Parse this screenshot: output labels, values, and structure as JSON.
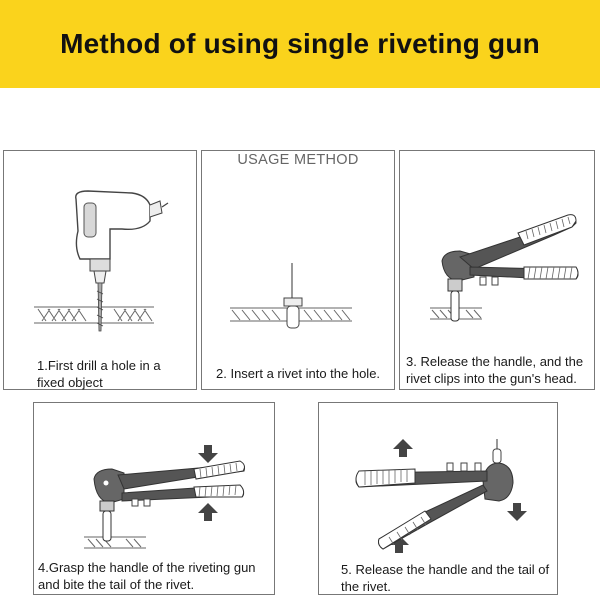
{
  "header": {
    "title": "Method of using single riveting gun"
  },
  "panels": {
    "step1": {
      "caption": "1.First drill a hole in a fixed object"
    },
    "step2": {
      "heading": "USAGE METHOD",
      "caption": "2. Insert a rivet into the hole."
    },
    "step3": {
      "caption": "3. Release the handle, and the rivet clips into the gun's head."
    },
    "step4": {
      "caption": "4.Grasp the handle of the riveting gun and bite the tail of the rivet."
    },
    "step5": {
      "caption": "5. Release the handle and the tail of the rivet."
    }
  },
  "colors": {
    "banner": "#fad31c",
    "panel_border": "#777777",
    "line_art": "#555555"
  },
  "icons": {
    "step1": "drill-icon",
    "step2": "rivet-icon",
    "step3": "riveting-gun-icon",
    "step4": "riveting-gun-closed-icon",
    "step5": "riveting-gun-open-icon"
  }
}
